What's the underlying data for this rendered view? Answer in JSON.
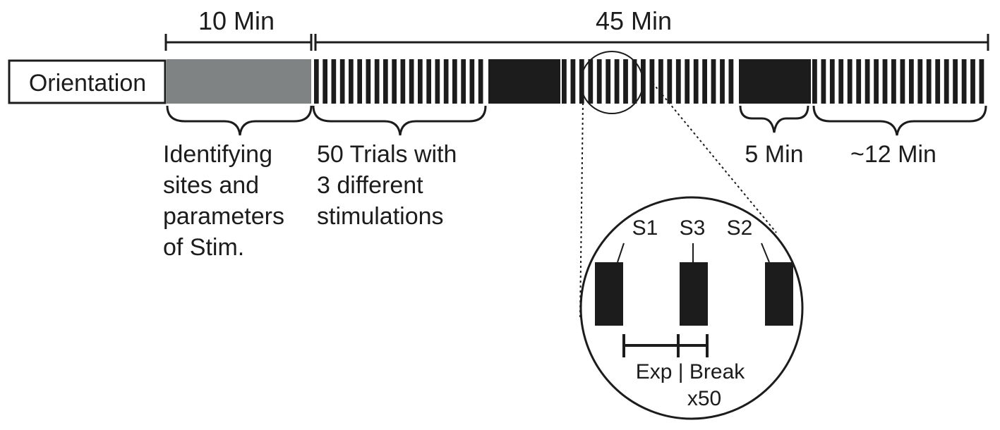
{
  "header": {
    "orientation_duration": "10 Min",
    "session_duration": "45 Min"
  },
  "timeline": {
    "orientation_label": "Orientation",
    "colors": {
      "orientation_block": "#7f8383",
      "bars": "#1c1c1c",
      "text": "#1c1c1c"
    }
  },
  "annotations": {
    "orientation_desc": [
      "Identifying",
      "sites and",
      "parameters",
      "of Stim."
    ],
    "trials_desc": [
      "50 Trials with",
      "3 different",
      "stimulations"
    ],
    "break_duration": "5 Min",
    "final_duration": "~12 Min"
  },
  "zoom": {
    "stim_labels": [
      "S1",
      "S3",
      "S2"
    ],
    "exp_break_label": "Exp | Break",
    "repeat_label": "x50"
  }
}
